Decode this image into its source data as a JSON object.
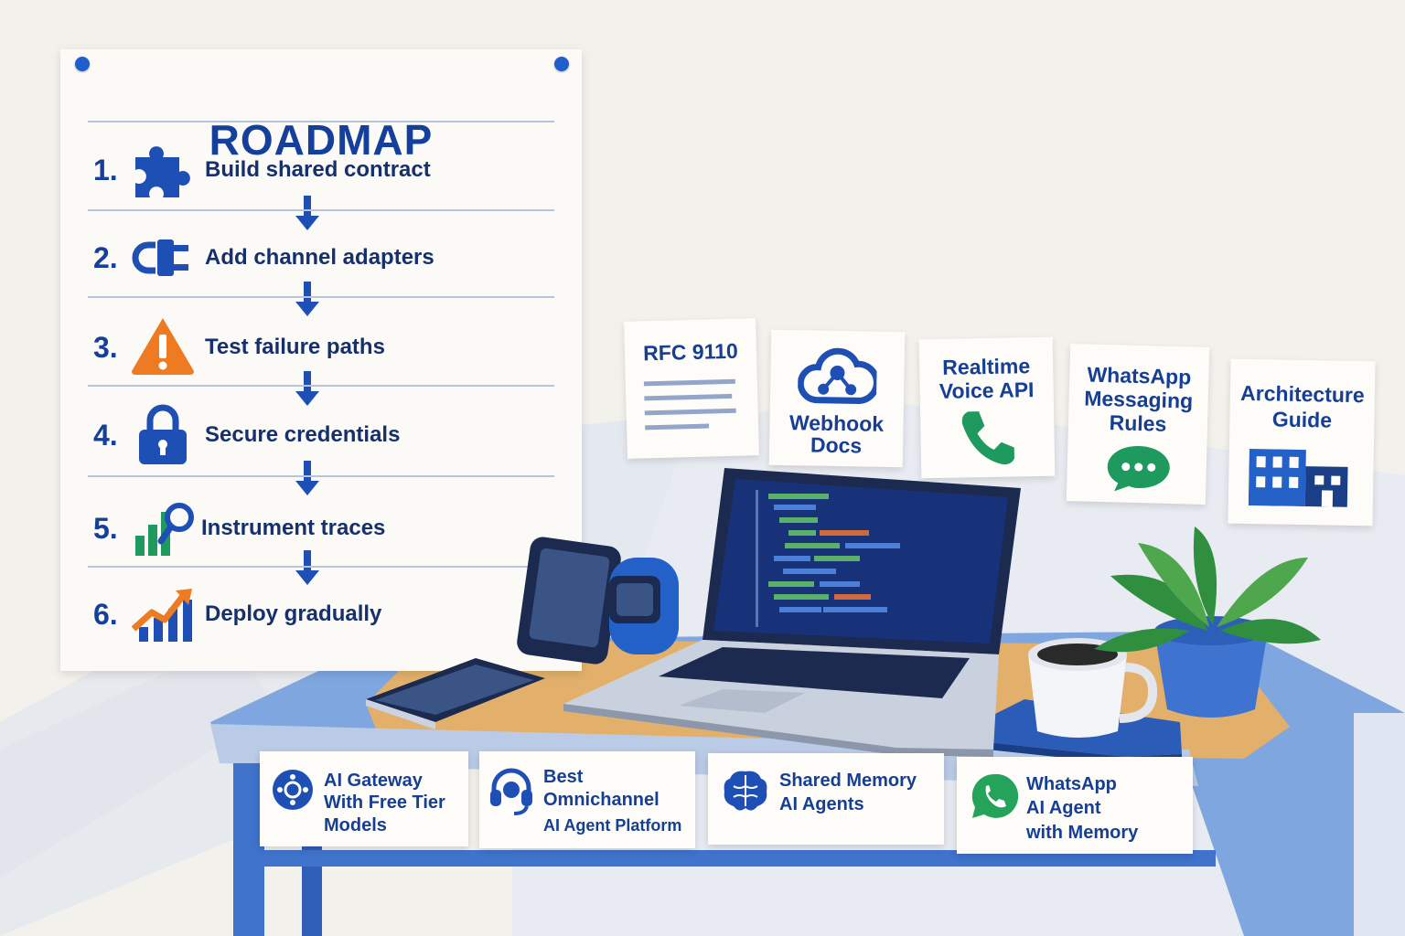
{
  "poster": {
    "title": "ROADMAP",
    "steps": [
      {
        "number": "1.",
        "label": "Build shared contract",
        "icon": "puzzle-icon"
      },
      {
        "number": "2.",
        "label": "Add channel adapters",
        "icon": "plug-icon"
      },
      {
        "number": "3.",
        "label": "Test failure paths",
        "icon": "warning-icon"
      },
      {
        "number": "4.",
        "label": "Secure credentials",
        "icon": "lock-icon"
      },
      {
        "number": "5.",
        "label": "Instrument traces",
        "icon": "chart-search-icon"
      },
      {
        "number": "6.",
        "label": "Deploy gradually",
        "icon": "growth-chart-icon"
      }
    ]
  },
  "notes": [
    {
      "text": "RFC 9110",
      "icon": "document-icon"
    },
    {
      "line1": "Webhook",
      "line2": "Docs",
      "icon": "cloud-network-icon"
    },
    {
      "line1": "Realtime",
      "line2": "Voice API",
      "icon": "phone-icon"
    },
    {
      "line1": "WhatsApp",
      "line2": "Messaging",
      "line3": "Rules",
      "icon": "chat-bubble-icon"
    },
    {
      "line1": "Architecture",
      "line2": "Guide",
      "icon": "building-icon"
    }
  ],
  "cards": [
    {
      "line1": "AI Gateway",
      "line2": "With Free Tier",
      "line3": "Models",
      "icon": "ai-gateway-icon"
    },
    {
      "line1": "Best",
      "line2": "Omnichannel",
      "line3": "AI Agent Platform",
      "icon": "headset-icon"
    },
    {
      "line1": "Shared Memory",
      "line2": "AI Agents",
      "icon": "brain-icon"
    },
    {
      "line1": "WhatsApp",
      "line2": "AI Agent",
      "line3": "with Memory",
      "icon": "whatsapp-icon"
    }
  ],
  "colors": {
    "navy": "#143f9a",
    "blue": "#2360c8",
    "green": "#1f9a5e",
    "orange": "#ee7a22",
    "desk_wood": "#e2b06a"
  }
}
